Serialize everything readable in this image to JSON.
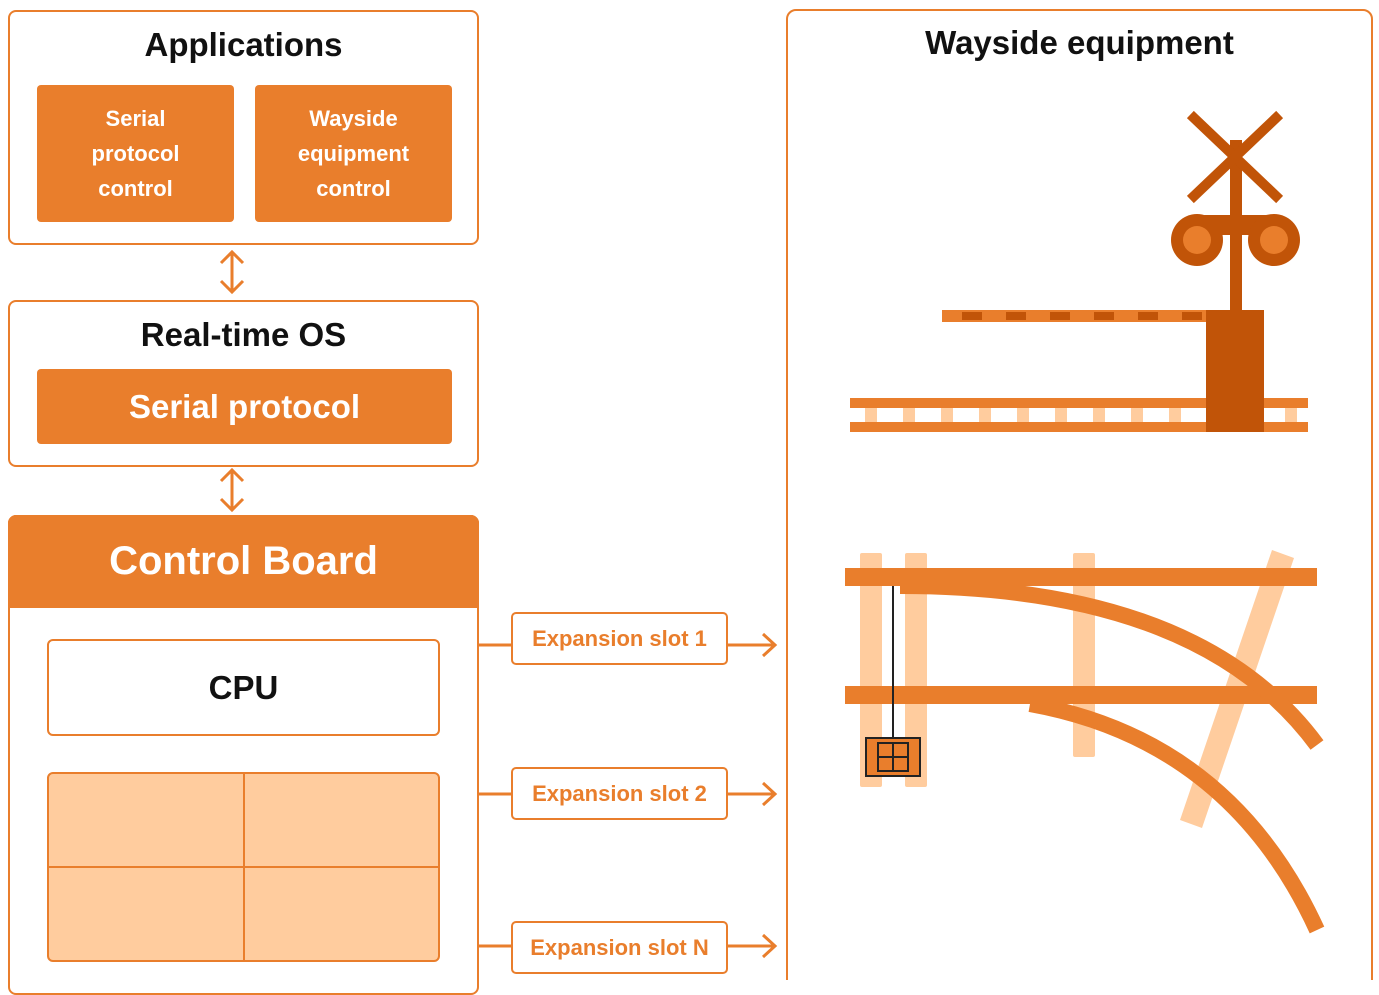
{
  "applications": {
    "title": "Applications",
    "items": [
      "Serial\nprotocol\ncontrol",
      "Wayside\nequipment\ncontrol"
    ]
  },
  "rtos": {
    "title": "Real-time OS",
    "item": "Serial protocol"
  },
  "board": {
    "title": "Control Board",
    "cpu": "CPU"
  },
  "slots": [
    "Expansion slot 1",
    "Expansion slot 2",
    "Expansion slot N"
  ],
  "wayside": {
    "title": "Wayside equipment"
  },
  "colors": {
    "accent": "#e97e2c",
    "light": "#ffcc9e",
    "dark": "#c15408"
  }
}
